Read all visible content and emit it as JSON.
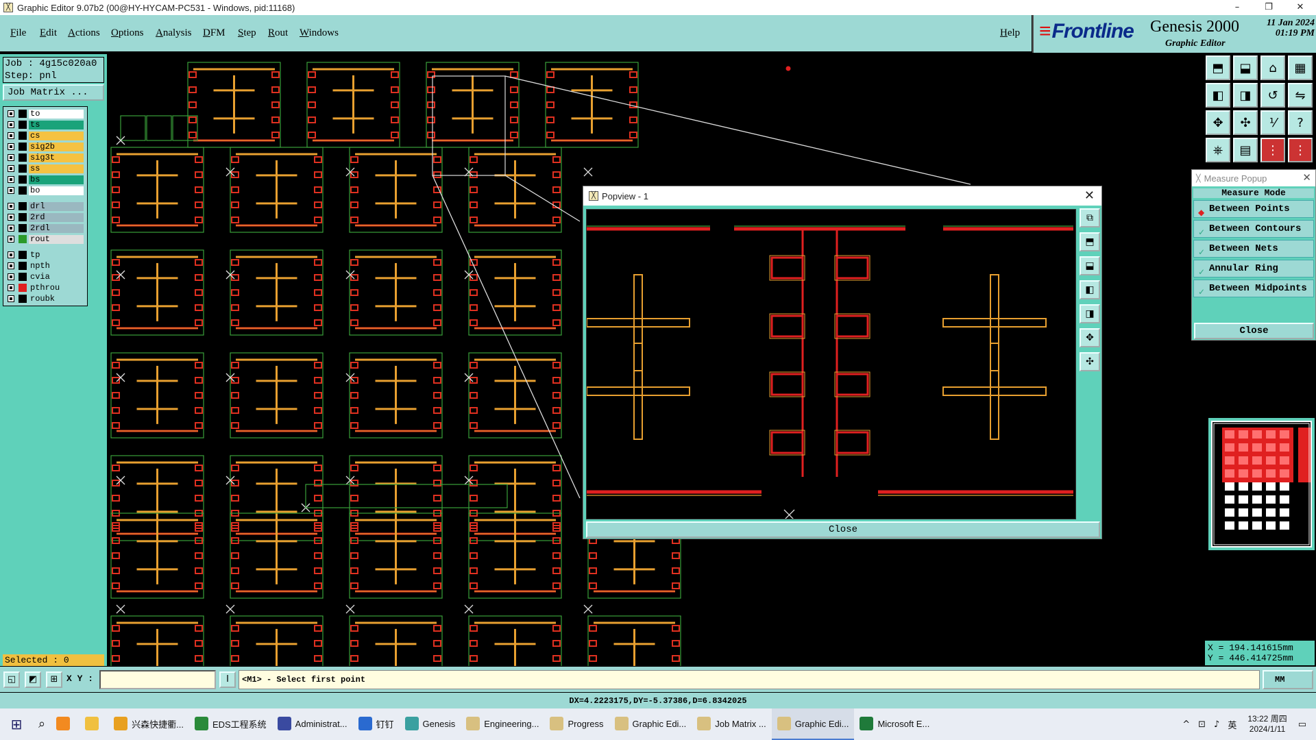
{
  "window": {
    "title": "Graphic Editor 9.07b2 (00@HY-HYCAM-PC531 - Windows, pid:11168)",
    "icon": "graphic-editor-icon"
  },
  "menu": [
    "File",
    "Edit",
    "Actions",
    "Options",
    "Analysis",
    "DFM",
    "Step",
    "Rout",
    "Windows"
  ],
  "help": "Help",
  "brand": {
    "logo": "Frontline",
    "product": "Genesis 2000",
    "subtitle": "Graphic Editor",
    "date": "11 Jan 2024",
    "time": "01:19 PM"
  },
  "job": {
    "job": "Job : 4g15c020a0",
    "step": "Step: pnl",
    "matrix_button": "Job Matrix ..."
  },
  "layers": [
    {
      "name": "to",
      "color": "#ffffff",
      "group": 1
    },
    {
      "name": "ts",
      "color": "#1aa37a",
      "group": 1
    },
    {
      "name": "cs",
      "color": "#f5c242",
      "group": 1
    },
    {
      "name": "sig2b",
      "color": "#f5c242",
      "group": 1
    },
    {
      "name": "sig3t",
      "color": "#f5c242",
      "group": 1
    },
    {
      "name": "ss",
      "color": "#f5c242",
      "group": 1
    },
    {
      "name": "bs",
      "color": "#1aa37a",
      "group": 1
    },
    {
      "name": "bo",
      "color": "#ffffff",
      "group": 1
    },
    {
      "name": "drl",
      "color": "#9ab8c0",
      "group": 2
    },
    {
      "name": "2rd",
      "color": "#9ab8c0",
      "group": 2
    },
    {
      "name": "2rdl",
      "color": "#9ab8c0",
      "group": 2
    },
    {
      "name": "rout",
      "color": "#dedede",
      "group": 2,
      "active_color": "#2a9a2a"
    },
    {
      "name": "tp",
      "color": "#9dd9d4",
      "group": 3
    },
    {
      "name": "npth",
      "color": "#9dd9d4",
      "group": 3
    },
    {
      "name": "cvia",
      "color": "#9dd9d4",
      "group": 3
    },
    {
      "name": "pthrou",
      "color": "#9dd9d4",
      "group": 3,
      "active_color": "#e02020"
    },
    {
      "name": "roubk",
      "color": "#9dd9d4",
      "group": 3
    }
  ],
  "selected": "Selected : 0",
  "measure": {
    "title": "Measure Popup",
    "header": "Measure Mode",
    "options": [
      "Between Points",
      "Between Contours",
      "Between Nets",
      "Annular Ring",
      "Between Midpoints"
    ],
    "active": 0,
    "close": "Close"
  },
  "popview": {
    "title": "Popview - 1",
    "close": "Close"
  },
  "coords": {
    "x": "X = 194.141615mm",
    "y": "Y = 446.414725mm"
  },
  "command": {
    "xy_label": "X Y :",
    "message": "<M1> - Select first point",
    "units": "MM"
  },
  "status": "DX=4.2223175,DY=-5.37386,D=6.8342025",
  "taskbar": {
    "items": [
      {
        "label": "兴森快捷衢...",
        "color": "#e8a020"
      },
      {
        "label": "EDS工程系统",
        "color": "#2a8a3a"
      },
      {
        "label": "Administrat...",
        "color": "#3a4aa0"
      },
      {
        "label": "钉钉",
        "color": "#2a6ad0"
      },
      {
        "label": "Genesis",
        "color": "#3aa0a0"
      },
      {
        "label": "Engineering...",
        "color": "#d8c080"
      },
      {
        "label": "Progress",
        "color": "#d8c080"
      },
      {
        "label": "Graphic Edi...",
        "color": "#d8c080"
      },
      {
        "label": "Job Matrix ...",
        "color": "#d8c080"
      },
      {
        "label": "Graphic Edi...",
        "color": "#d8c080",
        "active": true
      },
      {
        "label": "Microsoft E...",
        "color": "#1f7a3a"
      }
    ],
    "clock_time": "13:22 周四",
    "clock_date": "2024/1/11",
    "ime": "英"
  }
}
